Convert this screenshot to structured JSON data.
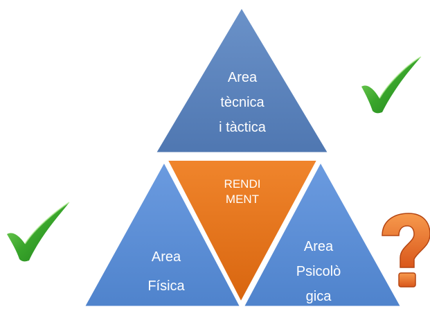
{
  "diagram": {
    "top_triangle": {
      "lines": [
        "Area",
        "tècnica",
        "i tàctica"
      ],
      "color": "#5b84bd"
    },
    "center_triangle": {
      "lines": [
        "RENDI",
        "MENT"
      ],
      "color": "#e6741e"
    },
    "left_triangle": {
      "lines": [
        "Area",
        "Física"
      ],
      "color": "#5b8fd6"
    },
    "right_triangle": {
      "lines": [
        "Area",
        "Psicolò",
        "gica"
      ],
      "color": "#5b8fd6"
    }
  },
  "icons": {
    "top_right": "checkmark-icon",
    "bottom_left": "checkmark-icon",
    "bottom_right": "question-mark-icon"
  },
  "colors": {
    "check_green": "#3ea22c",
    "question_orange": "#e8732a",
    "separator": "#ffffff"
  }
}
